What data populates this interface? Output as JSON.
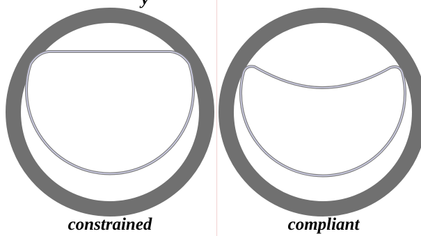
{
  "header_fragment": "y",
  "panels": [
    {
      "id": "left",
      "label": "constrained"
    },
    {
      "id": "right",
      "label": "compliant"
    }
  ],
  "colors": {
    "ring": "#707070",
    "ring_edge": "#5a5a5a",
    "membrane_fill": "#ffffff",
    "membrane_outline": "#7f7f7f",
    "membrane_inner": "#cfcfe8",
    "divider": "#f2d6d6",
    "background": "#ffffff",
    "text": "#000000"
  }
}
